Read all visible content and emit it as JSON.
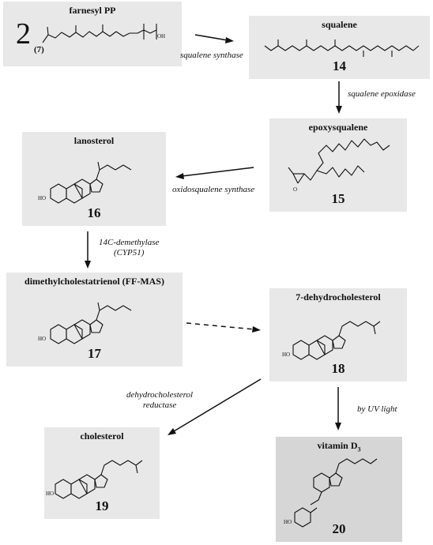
{
  "compounds": {
    "farnesyl": {
      "name": "farnesyl PP",
      "number": "2",
      "subnumber": "(7)"
    },
    "squalene": {
      "name": "squalene",
      "number": "14"
    },
    "epoxysqualene": {
      "name": "epoxysqualene",
      "number": "15"
    },
    "lanosterol": {
      "name": "lanosterol",
      "number": "16"
    },
    "ffmas": {
      "name": "dimethylcholestatrienol (FF-MAS)",
      "number": "17"
    },
    "dehydrocholesterol": {
      "name": "7-dehydrocholesterol",
      "number": "18"
    },
    "cholesterol": {
      "name": "cholesterol",
      "number": "19"
    },
    "vitaminD3": {
      "name": "vitamin D",
      "name_sub": "3",
      "number": "20"
    }
  },
  "enzymes": {
    "squalene_synthase": "squalene synthase",
    "squalene_epoxidase": "squalene epoxidase",
    "oxidosqualene_synthase": "oxidosqualene synthase",
    "demethylase_line1": "14C-demethylase",
    "demethylase_line2": "(CYP51)",
    "reductase_line1": "dehydrocholesterol",
    "reductase_line2": "reductase",
    "uv_light": "by UV light"
  },
  "atom_labels": {
    "hydroxyl": "HO",
    "oxygen": "O",
    "hydroxyl_p": "OH"
  }
}
